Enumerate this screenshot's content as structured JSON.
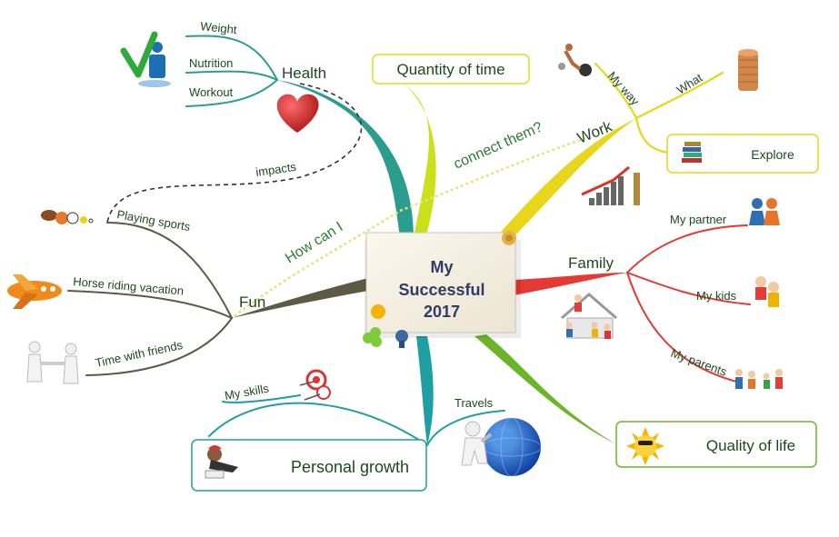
{
  "center": {
    "line1": "My",
    "line2": "Successful",
    "line3": "2017"
  },
  "branches": {
    "health": {
      "label": "Health",
      "color": "#2a9d8f",
      "items": [
        "Weight",
        "Nutrition",
        "Workout"
      ]
    },
    "quantity_of_time": {
      "label": "Quantity of time",
      "color": "#c9e01a"
    },
    "work": {
      "label": "Work",
      "color": "#e8d61a",
      "items": [
        "My way",
        "What",
        "Explore"
      ]
    },
    "family": {
      "label": "Family",
      "color": "#e53935",
      "items": [
        "My partner",
        "My kids",
        "My parents"
      ]
    },
    "quality_of_life": {
      "label": "Quality of life",
      "color": "#6bb52a"
    },
    "personal_growth": {
      "label": "Personal growth",
      "color": "#1f9ea3",
      "items": [
        "My skills",
        "Travels"
      ]
    },
    "fun": {
      "label": "Fun",
      "color": "#5a5a45",
      "items": [
        "Playing sports",
        "Horse riding vacation",
        "Time with friends"
      ]
    }
  },
  "connectors": {
    "impacts": "impacts",
    "how_can_i": "How can I",
    "connect_them": "connect them?"
  },
  "icons": {
    "health": "checkmark-person-icon",
    "heart": "heart-icon",
    "sports": "sports-balls-icon",
    "plane": "airplane-icon",
    "friends": "people-shaking-hands-icon",
    "work_way": "ball-and-chain-icon",
    "work_what": "coin-stack-icon",
    "explore": "books-icon",
    "growth_chart": "bar-chart-icon",
    "partner": "couple-icon",
    "kids": "kids-icon",
    "parents": "family-icon",
    "house": "house-family-icon",
    "sun": "sun-icon",
    "skills": "target-icon",
    "globe": "globe-icon",
    "person_reading": "person-reading-icon"
  }
}
